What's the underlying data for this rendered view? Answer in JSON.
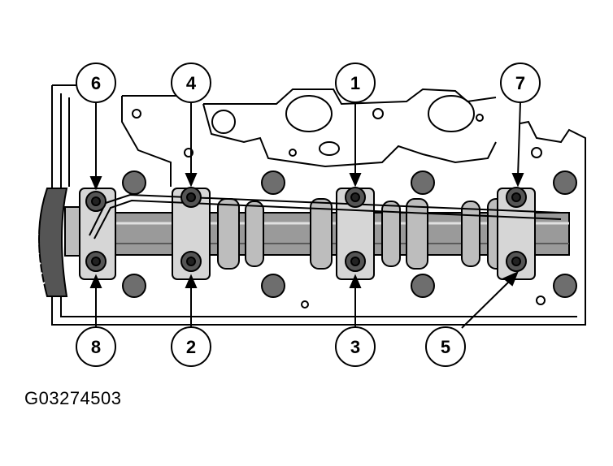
{
  "figure_code": "G03274503",
  "callouts": [
    {
      "label": "6",
      "bolt": "bolt-upper-1"
    },
    {
      "label": "4",
      "bolt": "bolt-upper-2"
    },
    {
      "label": "1",
      "bolt": "bolt-upper-3"
    },
    {
      "label": "7",
      "bolt": "bolt-upper-4"
    },
    {
      "label": "8",
      "bolt": "bolt-lower-1"
    },
    {
      "label": "2",
      "bolt": "bolt-lower-2"
    },
    {
      "label": "3",
      "bolt": "bolt-lower-3"
    },
    {
      "label": "5",
      "bolt": "bolt-lower-4"
    }
  ],
  "colors": {
    "ink": "#000000",
    "paper": "#ffffff",
    "shade": "#9a9a9a",
    "dark": "#3a3a3a"
  }
}
